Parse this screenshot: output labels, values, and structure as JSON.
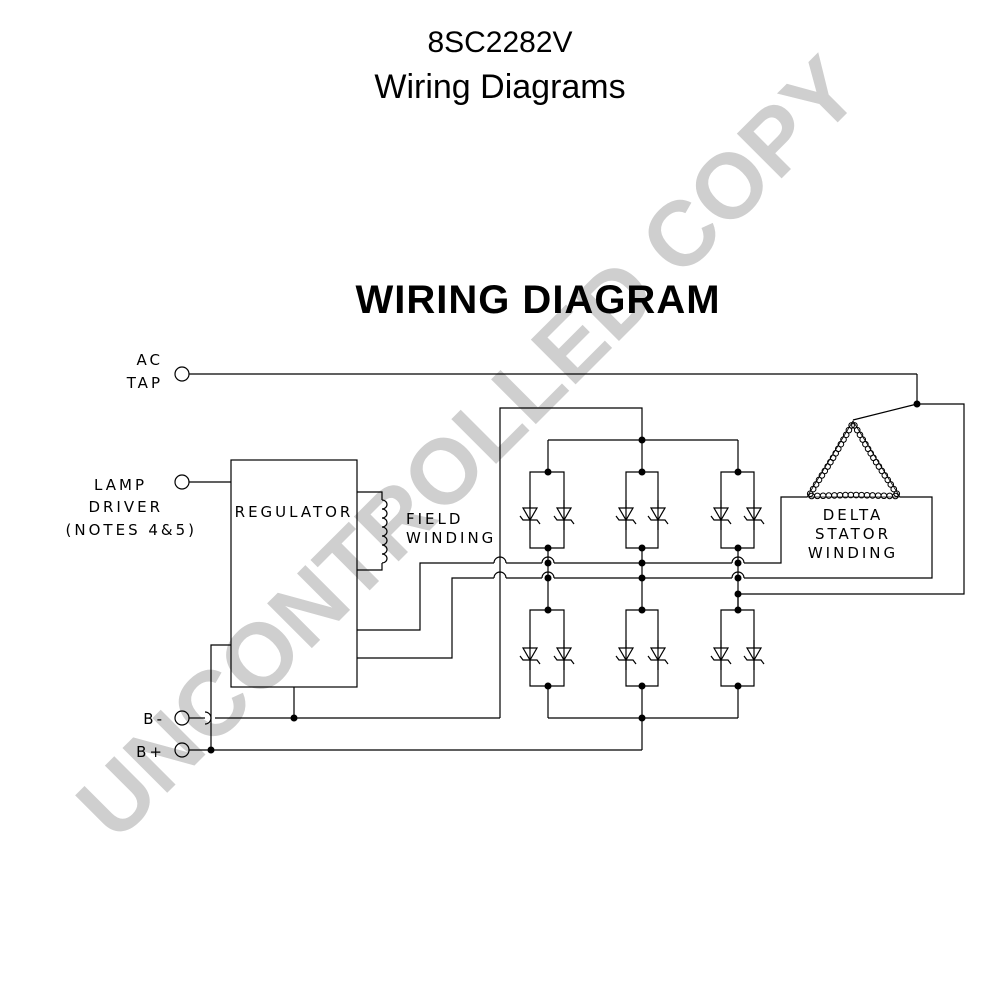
{
  "header": {
    "model": "8SC2282V",
    "subtitle": "Wiring Diagrams"
  },
  "diagram": {
    "title": "WIRING  DIAGRAM",
    "terminals": {
      "ac_tap_line1": "AC",
      "ac_tap_line2": "TAP",
      "lamp_line1": "LAMP",
      "lamp_line2": "DRIVER",
      "lamp_line3": "(NOTES 4&5)",
      "b_minus": "B-",
      "b_plus": "B+"
    },
    "regulator": "REGULATOR",
    "field_line1": "FIELD",
    "field_line2": "WINDING",
    "stator_line1": "DELTA",
    "stator_line2": "STATOR",
    "stator_line3": "WINDING"
  },
  "watermark": "UNCONTROLLED COPY",
  "colors": {
    "ink": "#000000",
    "watermark": "#cfcfcf",
    "background": "#ffffff"
  }
}
